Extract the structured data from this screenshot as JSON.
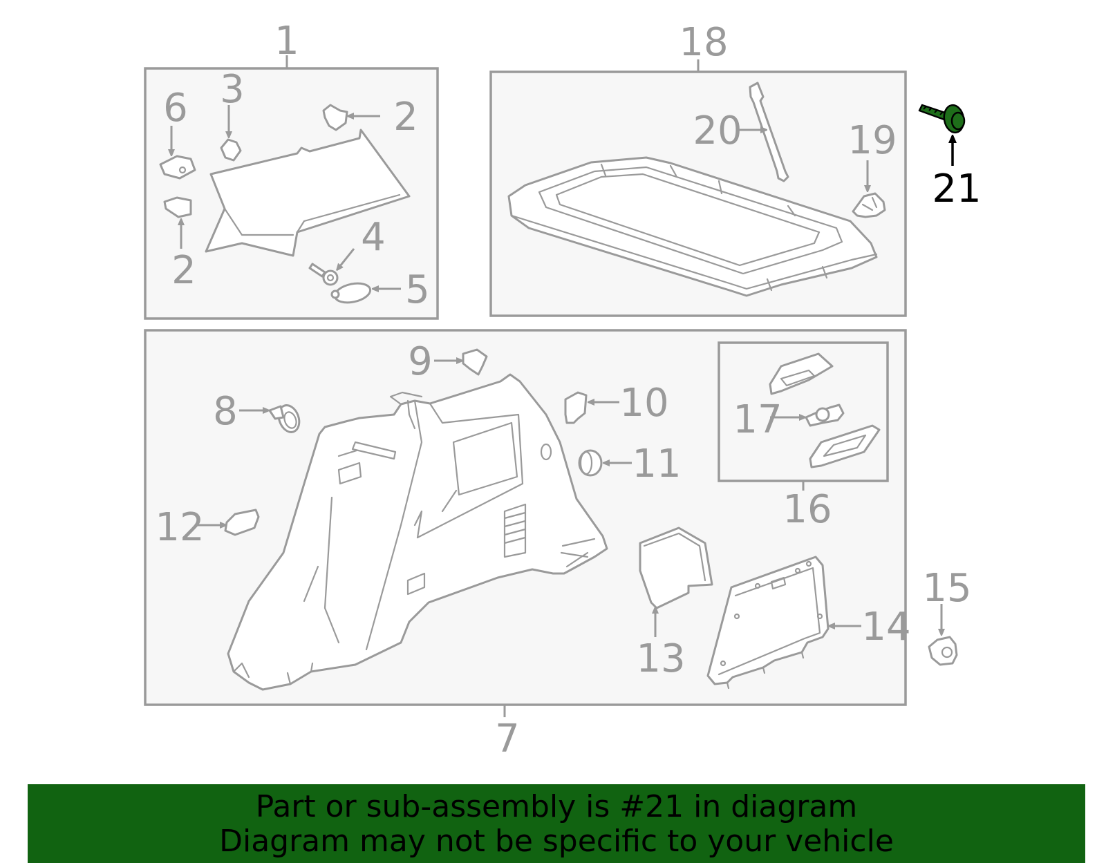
{
  "callouts": {
    "c1": "1",
    "c2a": "2",
    "c2b": "2",
    "c3": "3",
    "c4": "4",
    "c5": "5",
    "c6": "6",
    "c7": "7",
    "c8": "8",
    "c9": "9",
    "c10": "10",
    "c11": "11",
    "c12": "12",
    "c13": "13",
    "c14": "14",
    "c15": "15",
    "c16": "16",
    "c17": "17",
    "c18": "18",
    "c19": "19",
    "c20": "20",
    "c21": "21"
  },
  "highlight": {
    "part_number": "21",
    "color": "#1e6e1a"
  },
  "colors": {
    "line_gray": "#9a9a9a",
    "banner_green": "#116311",
    "box_fill": "#f7f7f7"
  },
  "banner": {
    "line1": "Part or sub-assembly is #21 in diagram",
    "line2": "Diagram may not be specific to your vehicle"
  }
}
